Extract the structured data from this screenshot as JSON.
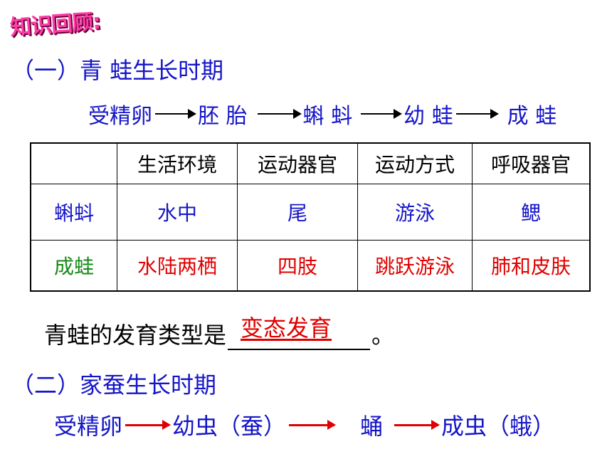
{
  "review_title": "知识回顾:",
  "section1": {
    "title": "（一）青 蛙生长时期",
    "stages": [
      "受精卵",
      "胚 胎",
      "蝌 蚪",
      "幼  蛙",
      "成 蛙"
    ]
  },
  "table": {
    "headers": [
      "",
      "生活环境",
      "运动器官",
      "运动方式",
      "呼吸器官"
    ],
    "rows": [
      {
        "label": "蝌蚪",
        "cells": [
          "水中",
          "尾",
          "游泳",
          "鳃"
        ]
      },
      {
        "label": "成蛙",
        "cells": [
          "水陆两栖",
          "四肢",
          "跳跃游泳",
          "肺和皮肤"
        ]
      }
    ]
  },
  "question": {
    "prefix": "青蛙的发育类型是",
    "answer": "变态发育",
    "suffix": "。"
  },
  "section2": {
    "title": "（二）家蚕生长时期",
    "stages": [
      "受精卵",
      "幼虫（蚕）",
      "蛹",
      "成虫（蛾）"
    ]
  },
  "colors": {
    "title_blue": "#1515c8",
    "answer_red": "#e00000",
    "label_green": "#168a16",
    "review_pink": "#ff3da7"
  }
}
